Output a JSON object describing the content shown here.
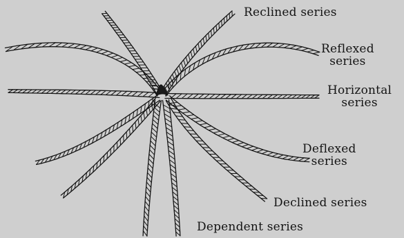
{
  "diagram": {
    "series": [
      {
        "id": "reclined",
        "lines": [
          "Reclined series"
        ]
      },
      {
        "id": "reflexed",
        "lines": [
          "Reflexed",
          "series"
        ]
      },
      {
        "id": "horizontal",
        "lines": [
          "Horizontal",
          "series"
        ]
      },
      {
        "id": "deflexed",
        "lines": [
          "Deflexed",
          "series"
        ]
      },
      {
        "id": "declined",
        "lines": [
          "Declined series"
        ]
      },
      {
        "id": "dependent",
        "lines": [
          "Dependent series"
        ]
      }
    ],
    "colors": {
      "background": "#cfcfcf",
      "ink": "#141414"
    }
  }
}
